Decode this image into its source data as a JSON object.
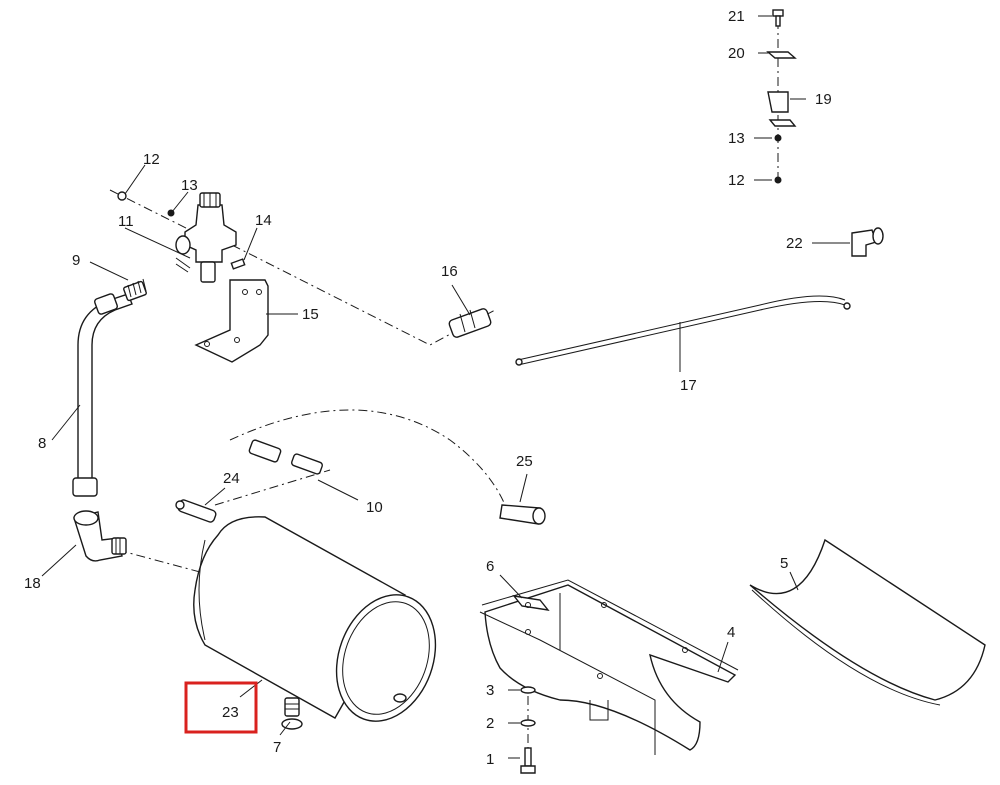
{
  "callouts": [
    {
      "id": "c1",
      "label": "1"
    },
    {
      "id": "c2",
      "label": "2"
    },
    {
      "id": "c3",
      "label": "3"
    },
    {
      "id": "c4",
      "label": "4"
    },
    {
      "id": "c5",
      "label": "5"
    },
    {
      "id": "c6",
      "label": "6"
    },
    {
      "id": "c7",
      "label": "7"
    },
    {
      "id": "c8",
      "label": "8"
    },
    {
      "id": "c9",
      "label": "9"
    },
    {
      "id": "c10",
      "label": "10"
    },
    {
      "id": "c11",
      "label": "11"
    },
    {
      "id": "c12a",
      "label": "12"
    },
    {
      "id": "c13a",
      "label": "13"
    },
    {
      "id": "c14",
      "label": "14"
    },
    {
      "id": "c15",
      "label": "15"
    },
    {
      "id": "c16",
      "label": "16"
    },
    {
      "id": "c17",
      "label": "17"
    },
    {
      "id": "c18",
      "label": "18"
    },
    {
      "id": "c19",
      "label": "19"
    },
    {
      "id": "c20",
      "label": "20"
    },
    {
      "id": "c21",
      "label": "21"
    },
    {
      "id": "c22",
      "label": "22"
    },
    {
      "id": "c23",
      "label": "23"
    },
    {
      "id": "c24",
      "label": "24"
    },
    {
      "id": "c25",
      "label": "25"
    },
    {
      "id": "c12b",
      "label": "12"
    },
    {
      "id": "c13b",
      "label": "13"
    }
  ],
  "highlight": {
    "callout": "23",
    "color": "#d9211e"
  }
}
